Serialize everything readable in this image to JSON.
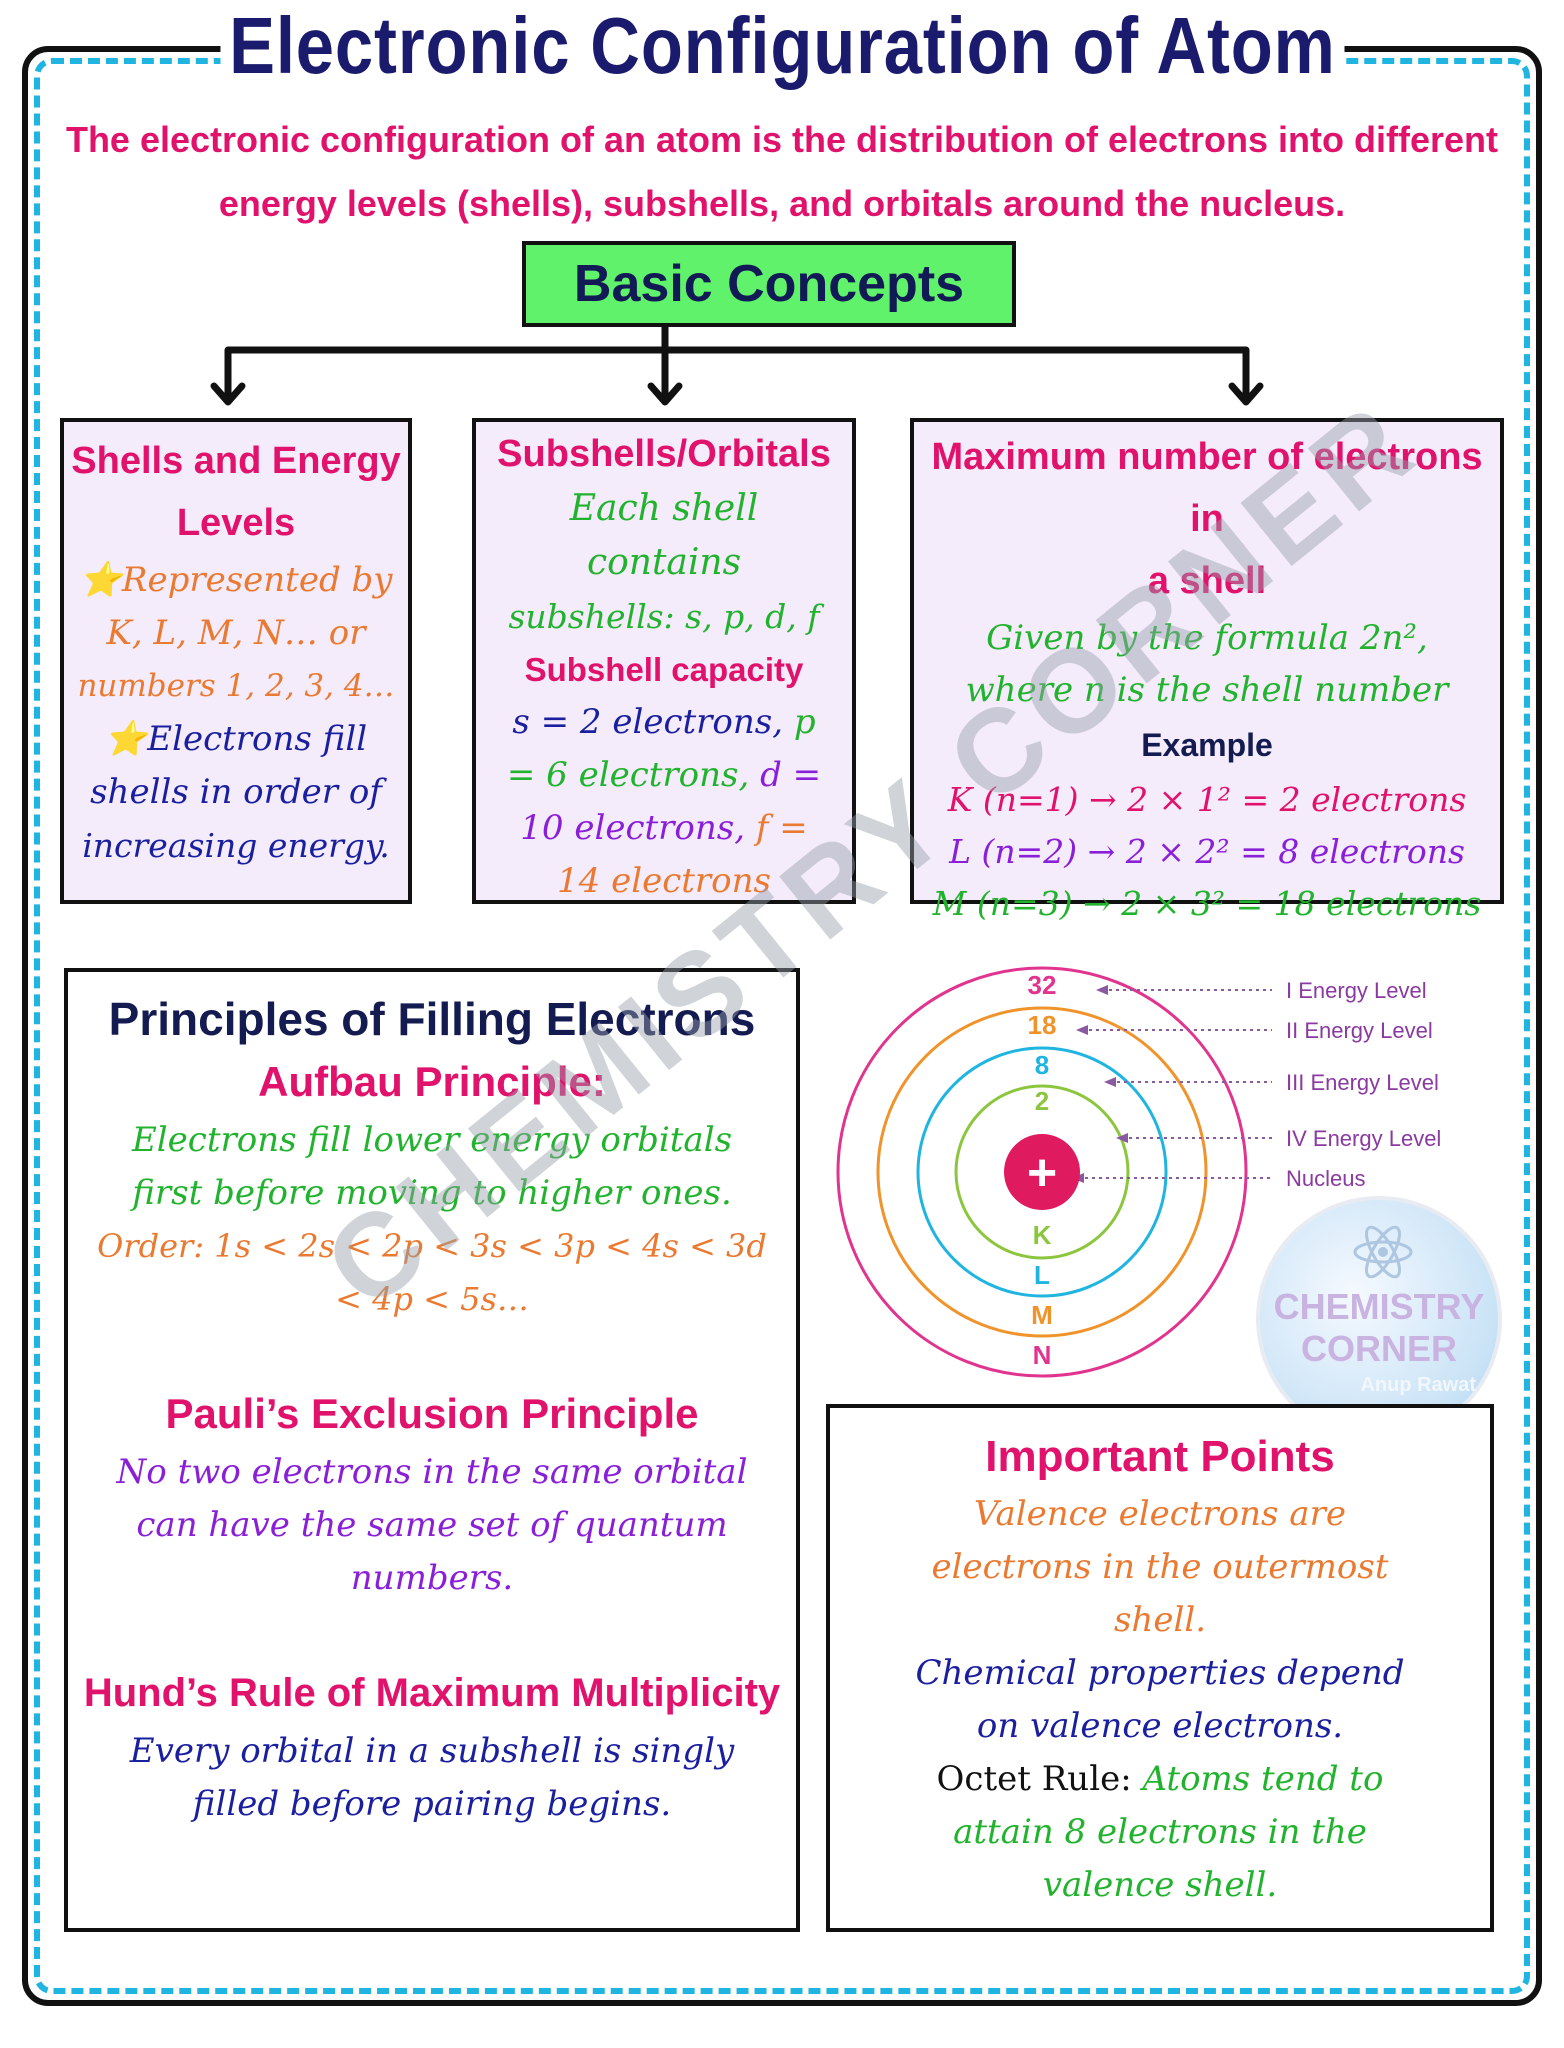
{
  "title": "Electronic Configuration of Atom",
  "intro": [
    "The electronic configuration of an atom is the distribution of electrons into different",
    "energy levels (shells), subshells, and orbitals around the nucleus."
  ],
  "basic_concepts": "Basic Concepts",
  "shells": {
    "heading": [
      "Shells and Energy",
      "Levels"
    ],
    "star": "⭐",
    "point1": [
      "Represented by",
      "K, L, M, N… or",
      "numbers 1, 2, 3, 4…"
    ],
    "point2": [
      "Electrons fill",
      "shells in order of",
      "increasing energy."
    ]
  },
  "subshells": {
    "heading": "Subshells/Orbitals",
    "text": [
      "Each shell",
      "contains",
      "subshells: s, p, d, f"
    ],
    "capacity_heading": "Subshell capacity",
    "s": "s = 2 electrons,",
    "p_pre": "p",
    "p": "= 6 electrons,",
    "d_pre": "d =",
    "d": "10 electrons,",
    "f_pre": "f =",
    "f": "14 electrons"
  },
  "maximum": {
    "heading": [
      "Maximum number of electrons in",
      "a shell"
    ],
    "formula": [
      "Given by the formula 2n²,",
      "where n is the shell number"
    ],
    "example_label": "Example",
    "k": "K (n=1) → 2 × 1² = 2 electrons",
    "l": "L (n=2) → 2 × 2² = 8 electrons",
    "m": "M (n=3) → 2 × 3² = 18 electrons"
  },
  "principles": {
    "heading": "Principles of Filling Electrons",
    "aufbau_heading": "Aufbau Principle:",
    "aufbau_text": [
      "Electrons fill lower energy orbitals",
      "first before moving to higher ones."
    ],
    "order": [
      "Order: 1s < 2s < 2p < 3s < 3p < 4s < 3d",
      "< 4p < 5s…"
    ],
    "pauli_heading": "Pauli’s Exclusion Principle",
    "pauli_text": [
      "No two electrons in the same orbital",
      "can have the same set of quantum",
      "numbers."
    ],
    "hund_heading": "Hund’s Rule of Maximum Multiplicity",
    "hund_text": [
      "Every orbital in a subshell is singly",
      "filled before pairing begins."
    ]
  },
  "diagram": {
    "capacities": [
      "32",
      "18",
      "8",
      "2"
    ],
    "shell_letters": [
      "K",
      "L",
      "M",
      "N"
    ],
    "nucleus_symbol": "+",
    "labels": [
      "I Energy Level",
      "II Energy Level",
      "III Energy Level",
      "IV Energy Level",
      "Nucleus"
    ],
    "ring_colors": [
      "#8cc63f",
      "#1fb5e0",
      "#f0932b",
      "#e0348f"
    ]
  },
  "important": {
    "heading": "Important Points",
    "valence": [
      "Valence electrons are",
      "electrons in the outermost",
      "shell."
    ],
    "chemical": [
      "Chemical properties depend",
      "on valence electrons."
    ],
    "octet_label": "Octet Rule:",
    "octet_text": [
      "Atoms tend to",
      "attain 8 electrons in the",
      "valence shell."
    ]
  },
  "watermark": "CHEMISTRY CORNER",
  "logo": {
    "line1": "CHEMISTRY",
    "line2": "CORNER",
    "author": "Anup Rawat"
  }
}
